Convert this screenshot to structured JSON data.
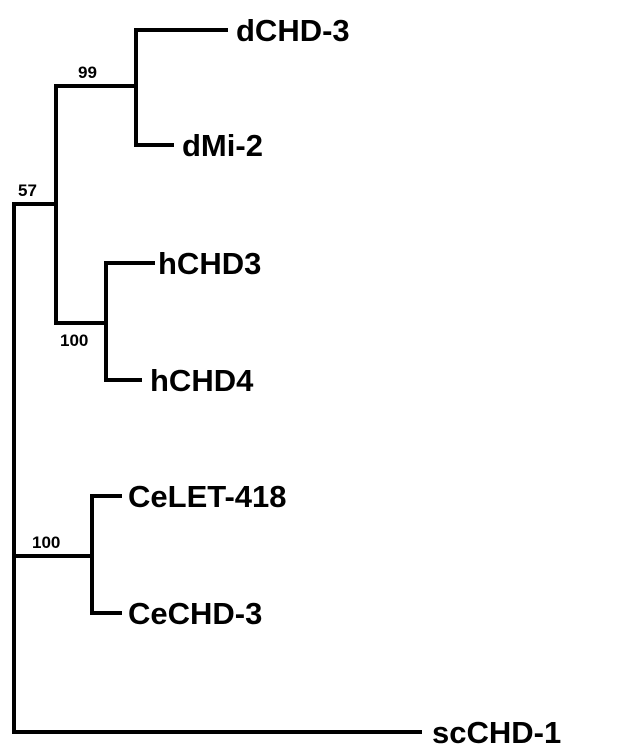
{
  "tree": {
    "taxa": {
      "dchd3": "dCHD-3",
      "dmi2": "dMi-2",
      "hchd3": "hCHD3",
      "hchd4": "hCHD4",
      "celet418": "CeLET-418",
      "cechd3": "CeCHD-3",
      "scchd1": "scCHD-1"
    },
    "support": {
      "drosophila_clade": "99",
      "drosophila_human_clade": "57",
      "human_clade": "100",
      "celegans_clade": "100"
    }
  }
}
